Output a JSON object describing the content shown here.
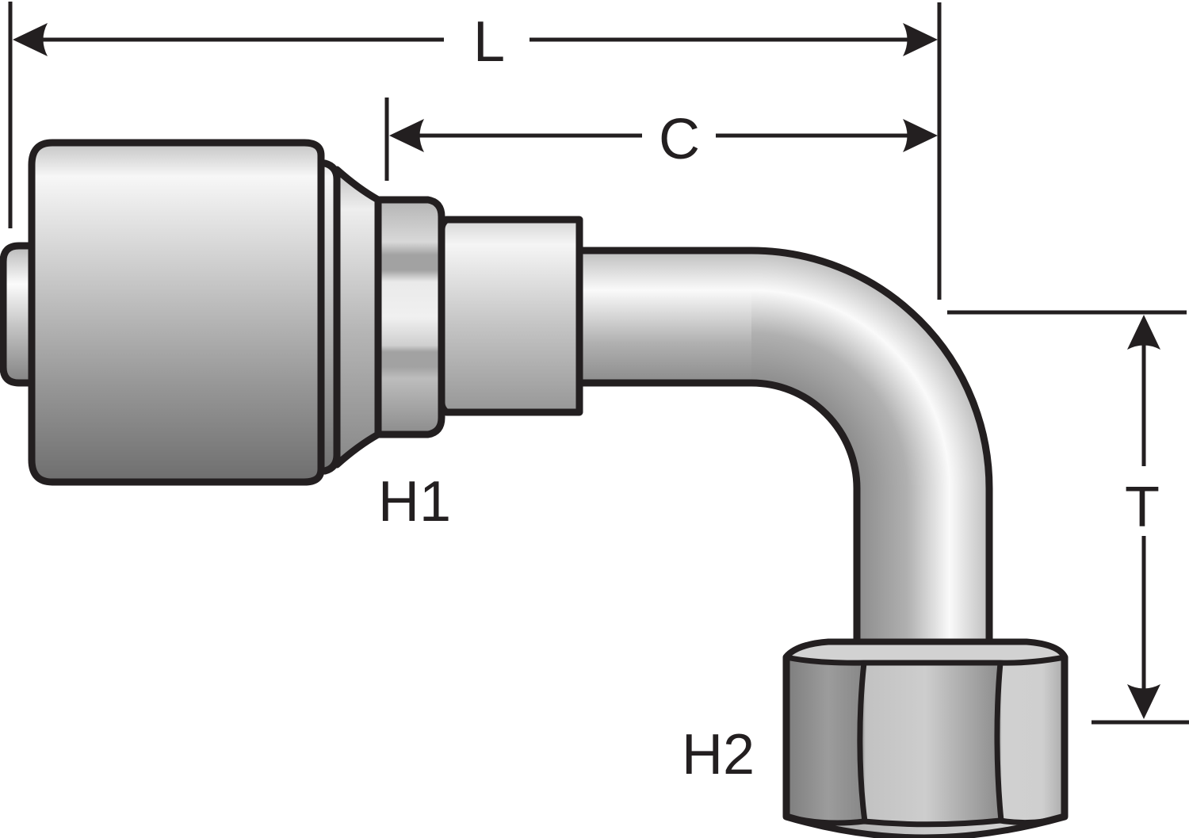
{
  "diagram": {
    "title": "90-degree bent tube hydraulic hose fitting dimensional drawing",
    "dimension_labels": {
      "overall_length": "L",
      "cutoff_length": "C",
      "drop_height": "T"
    },
    "hex_labels": {
      "crimp_hex": "H1",
      "swivel_nut_hex": "H2"
    }
  },
  "colors": {
    "ink": "#231f20",
    "background": "#ffffff",
    "metal_highlight": "#fafafa",
    "metal_light": "#d5d5d5",
    "metal_mid": "#a8a8a8",
    "metal_dark": "#6e6e6e"
  }
}
